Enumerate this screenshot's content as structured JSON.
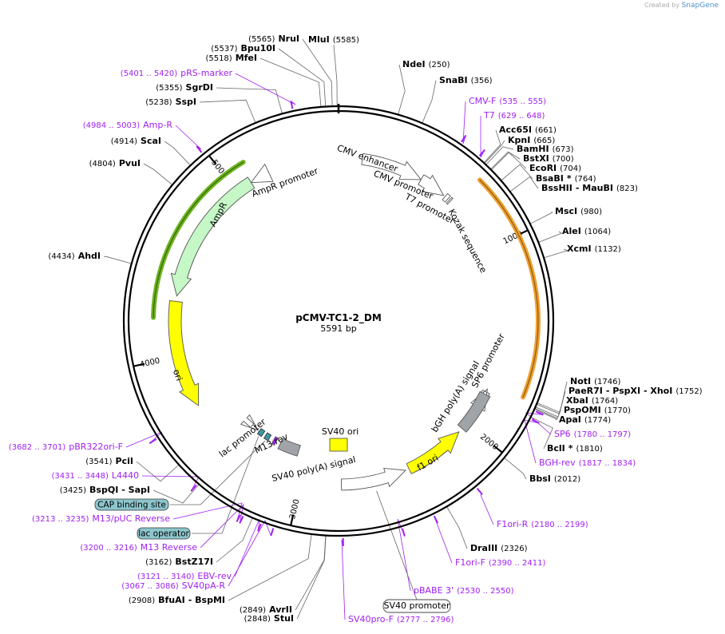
{
  "credit": {
    "prefix": "Created by",
    "brand": "SnapGene"
  },
  "plasmid": {
    "name": "pCMV-TC1-2_DM",
    "size": "5591 bp"
  },
  "ticks": [
    "1000",
    "2000",
    "3000",
    "4000",
    "5000"
  ],
  "colors": {
    "primer": "#a020f0",
    "ampr": "#c6f7c6",
    "ori": "#ffff00",
    "promoter": "#ffffff",
    "polyA": "#a0a4a8",
    "translated": "#f0a030",
    "translated2": "#6fb320",
    "marker": "#3a9aa6"
  },
  "sites": [
    {
      "name": "MluI",
      "pos": "(5585)",
      "suffix": ""
    },
    {
      "name": "NdeI",
      "pos": "(250)",
      "suffix": ""
    },
    {
      "name": "SnaBI",
      "pos": "(356)",
      "suffix": ""
    },
    {
      "name": "Acc65I",
      "pos": "(661)",
      "suffix": ""
    },
    {
      "name": "KpnI",
      "pos": "(665)",
      "suffix": ""
    },
    {
      "name": "BamHI",
      "pos": "(673)",
      "suffix": ""
    },
    {
      "name": "BstXI",
      "pos": "(700)",
      "suffix": ""
    },
    {
      "name": "EcoRI",
      "pos": "(704)",
      "suffix": ""
    },
    {
      "name": "BsaBI",
      "pos": "(764)",
      "suffix": "*"
    },
    {
      "name": "BssHII",
      "pos": "(823)",
      "suffix": "- MauBI"
    },
    {
      "name": "MscI",
      "pos": "(980)",
      "suffix": ""
    },
    {
      "name": "AleI",
      "pos": "(1064)",
      "suffix": ""
    },
    {
      "name": "XcmI",
      "pos": "(1132)",
      "suffix": ""
    },
    {
      "name": "NotI",
      "pos": "(1746)",
      "suffix": ""
    },
    {
      "name": "PaeR7I",
      "pos": "(1752)",
      "suffix": "- PspXI - XhoI"
    },
    {
      "name": "XbaI",
      "pos": "(1764)",
      "suffix": ""
    },
    {
      "name": "PspOMI",
      "pos": "(1770)",
      "suffix": ""
    },
    {
      "name": "ApaI",
      "pos": "(1774)",
      "suffix": ""
    },
    {
      "name": "BclI",
      "pos": "(1810)",
      "suffix": "*"
    },
    {
      "name": "BbsI",
      "pos": "(2012)",
      "suffix": ""
    },
    {
      "name": "DraIII",
      "pos": "(2326)",
      "suffix": ""
    },
    {
      "name": "StuI",
      "pos": "(2848)",
      "suffix": ""
    },
    {
      "name": "AvrII",
      "pos": "(2849)",
      "suffix": ""
    },
    {
      "name": "BfuAI",
      "pos": "(2908)",
      "suffix": "- BspMI"
    },
    {
      "name": "BstZ17I",
      "pos": "(3162)",
      "suffix": ""
    },
    {
      "name": "BspQI",
      "pos": "(3425)",
      "suffix": "- SapI"
    },
    {
      "name": "PciI",
      "pos": "(3541)",
      "suffix": ""
    },
    {
      "name": "AhdI",
      "pos": "(4434)",
      "suffix": ""
    },
    {
      "name": "PvuI",
      "pos": "(4804)",
      "suffix": ""
    },
    {
      "name": "ScaI",
      "pos": "(4914)",
      "suffix": ""
    },
    {
      "name": "SspI",
      "pos": "(5238)",
      "suffix": ""
    },
    {
      "name": "SgrDI",
      "pos": "(5355)",
      "suffix": ""
    },
    {
      "name": "MfeI",
      "pos": "(5518)",
      "suffix": ""
    },
    {
      "name": "Bpu10I",
      "pos": "(5537)",
      "suffix": ""
    },
    {
      "name": "NruI",
      "pos": "(5565)",
      "suffix": ""
    }
  ],
  "primers": [
    {
      "name": "CMV-F",
      "range": "(535 .. 555)"
    },
    {
      "name": "T7",
      "range": "(629 .. 648)"
    },
    {
      "name": "SP6",
      "range": "(1780 .. 1797)"
    },
    {
      "name": "BGH-rev",
      "range": "(1817 .. 1834)"
    },
    {
      "name": "F1ori-R",
      "range": "(2180 .. 2199)"
    },
    {
      "name": "F1ori-F",
      "range": "(2390 .. 2411)"
    },
    {
      "name": "pBABE 3'",
      "range": "(2530 .. 2550)"
    },
    {
      "name": "SV40pro-F",
      "range": "(2777 .. 2796)"
    },
    {
      "name": "SV40pA-R",
      "range": "(3067 .. 3086)"
    },
    {
      "name": "EBV-rev",
      "range": "(3121 .. 3140)"
    },
    {
      "name": "M13 Reverse",
      "range": "(3200 .. 3216)"
    },
    {
      "name": "M13/pUC Reverse",
      "range": "(3213 .. 3235)"
    },
    {
      "name": "L4440",
      "range": "(3431 .. 3448)"
    },
    {
      "name": "pBR322ori-F",
      "range": "(3682 .. 3701)"
    },
    {
      "name": "Amp-R",
      "range": "(4984 .. 5003)"
    },
    {
      "name": "pRS-marker",
      "range": "(5401 .. 5420)"
    }
  ],
  "features": [
    {
      "name": "CMV enhancer"
    },
    {
      "name": "CMV promoter"
    },
    {
      "name": "T7 promoter"
    },
    {
      "name": "Kozak sequence"
    },
    {
      "name": "SP6 promoter"
    },
    {
      "name": "bGH poly(A) signal"
    },
    {
      "name": "f1 ori"
    },
    {
      "name": "SV40 promoter"
    },
    {
      "name": "SV40 ori"
    },
    {
      "name": "SV40 poly(A) signal"
    },
    {
      "name": "M13 rev"
    },
    {
      "name": "lac promoter"
    },
    {
      "name": "ori"
    },
    {
      "name": "AmpR"
    },
    {
      "name": "AmpR promoter"
    }
  ],
  "boxed": [
    {
      "name": "CAP binding site"
    },
    {
      "name": "lac operator"
    }
  ]
}
